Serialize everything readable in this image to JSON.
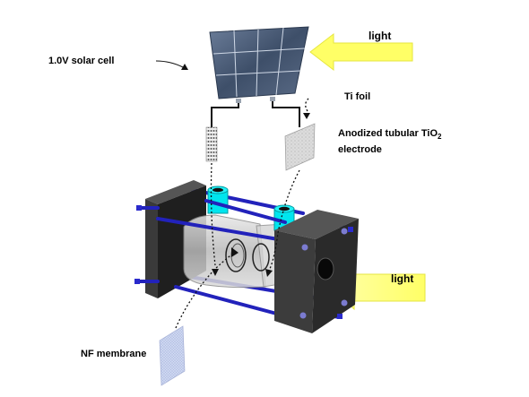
{
  "labels": {
    "solar_cell": "1.0V solar cell",
    "light_top": "light",
    "ti_foil": "Ti foil",
    "anodized_line1_prefix": "Anodized tubular TiO",
    "anodized_line1_sub": "2",
    "anodized_line2": "electrode",
    "light_right": "light",
    "nf_membrane": "NF membrane"
  },
  "colors": {
    "light_arrow": "#ffff66",
    "tie_rods": "#2222bb",
    "caps": "#00e5ee",
    "frame": "#2a2a2a",
    "solar_panel": "#4d5f7a"
  }
}
